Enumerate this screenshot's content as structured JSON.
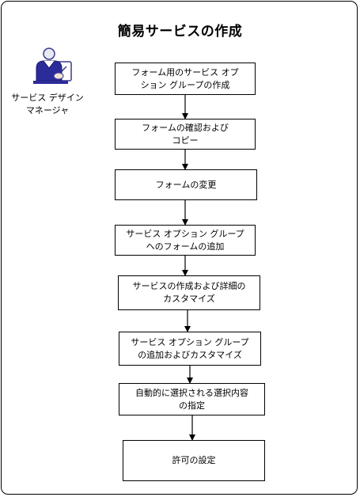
{
  "title": "簡易サービスの作成",
  "role": {
    "label": "サービス デザイン\nマネージャ",
    "icon": "service-designer-person-icon"
  },
  "steps": [
    {
      "label": "フォーム用のサービス オプ\nション グループの作成"
    },
    {
      "label": "フォームの確認および\nコピー"
    },
    {
      "label": "フォームの変更"
    },
    {
      "label": "サービス オプション グループ\nへのフォームの追加"
    },
    {
      "label": "サービスの作成および詳細の\nカスタマイズ"
    },
    {
      "label": "サービス オプション グループ\nの追加およびカスタマイズ"
    },
    {
      "label": "自動的に選択される選択内容\nの指定"
    },
    {
      "label": "許可の設定"
    }
  ]
}
